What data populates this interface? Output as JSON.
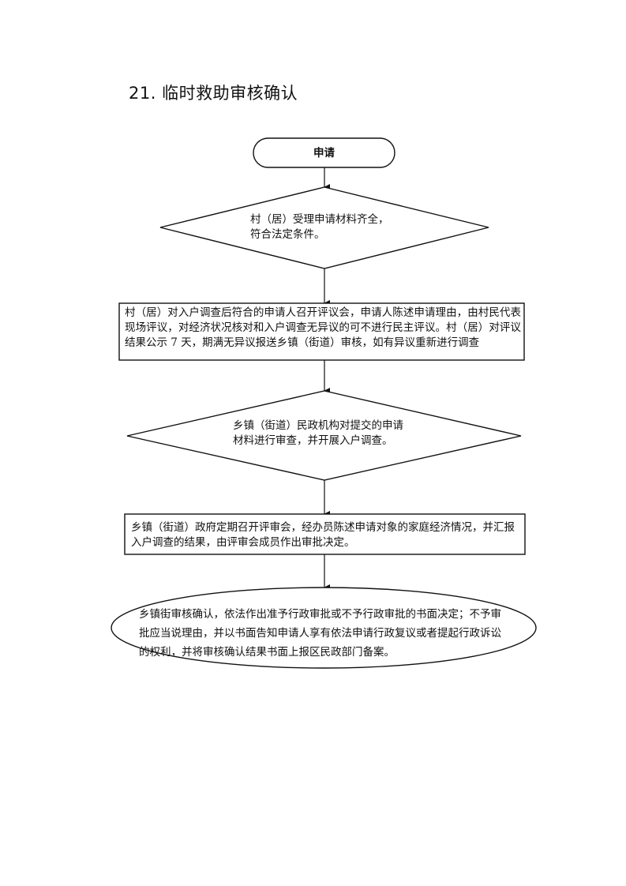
{
  "document": {
    "title": "21. 临时救助审核确认"
  },
  "flowchart": {
    "nodes": [
      {
        "id": "start",
        "shape": "terminator",
        "text": "申请"
      },
      {
        "id": "decision-1",
        "shape": "diamond",
        "lines": [
          "村（居）受理申请材料齐全，",
          "符合法定条件。"
        ]
      },
      {
        "id": "process-1",
        "shape": "rectangle",
        "text": "村（居）对入户调查后符合的申请人召开评议会，申请人陈述申请理由，由村民代表现场评议，对经济状况核对和入户调查无异议的可不进行民主评议。村（居）对评议结果公示 7 天，期满无异议报送乡镇（街道）审核，如有异议重新进行调查"
      },
      {
        "id": "decision-2",
        "shape": "diamond",
        "lines": [
          "乡镇（街道）民政机构对提交的申请",
          "材料进行审查，并开展入户调查。"
        ]
      },
      {
        "id": "process-2",
        "shape": "rectangle",
        "text": "乡镇（街道）政府定期召开评审会，经办员陈述申请对象的家庭经济情况，并汇报入户调查的结果，由评审会成员作出审批决定。"
      },
      {
        "id": "end",
        "shape": "ellipse",
        "text": "乡镇街审核确认，依法作出准予行政审批或不予行政审批的书面决定；不予审批应当说理由，并以书面告知申请人享有依法申请行政复议或者提起行政诉讼的权利，并将审核确认结果书面上报区民政部门备案。"
      }
    ],
    "edges": [
      {
        "from": "start",
        "to": "decision-1"
      },
      {
        "from": "decision-1",
        "to": "process-1"
      },
      {
        "from": "process-1",
        "to": "decision-2"
      },
      {
        "from": "decision-2",
        "to": "process-2"
      },
      {
        "from": "process-2",
        "to": "end"
      }
    ]
  }
}
